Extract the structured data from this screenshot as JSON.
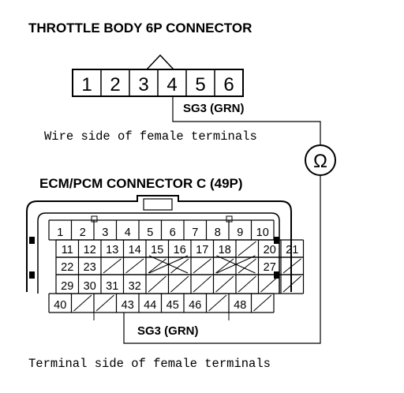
{
  "throttle_connector": {
    "title": "THROTTLE BODY 6P CONNECTOR",
    "terminals": [
      "1",
      "2",
      "3",
      "4",
      "5",
      "6"
    ],
    "wire_label": "SG3 (GRN)",
    "caption": "Wire side of female terminals"
  },
  "ohmmeter": {
    "symbol": "Ω"
  },
  "ecm_connector": {
    "title": "ECM/PCM CONNECTOR C (49P)",
    "row1": [
      "1",
      "2",
      "3",
      "4",
      "5",
      "6",
      "7",
      "8",
      "9",
      "10"
    ],
    "row2": [
      "11",
      "12",
      "13",
      "14",
      "15",
      "16",
      "17",
      "18",
      "",
      "20",
      "21"
    ],
    "row3": [
      "22",
      "23",
      "",
      "",
      "",
      "",
      "",
      "",
      "",
      "27",
      ""
    ],
    "row4": [
      "29",
      "30",
      "31",
      "32",
      "",
      "",
      "",
      "",
      "",
      "",
      ""
    ],
    "row5": [
      "40",
      "",
      "",
      "43",
      "44",
      "45",
      "46",
      "",
      "48",
      ""
    ],
    "wire_label": "SG3 (GRN)",
    "caption": "Terminal side of female terminals"
  }
}
